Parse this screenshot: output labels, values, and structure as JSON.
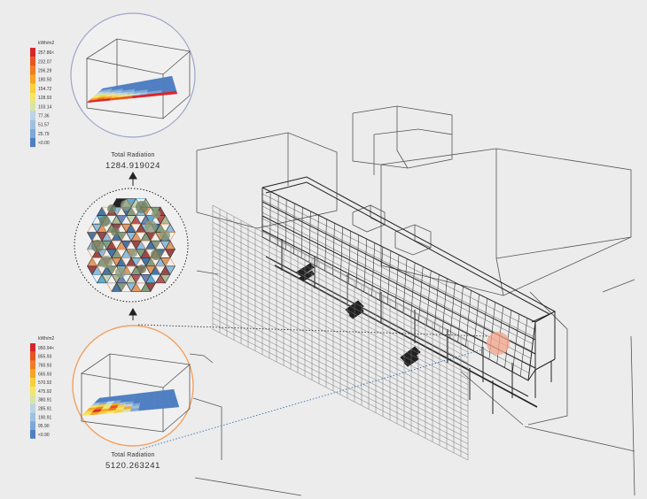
{
  "top_panel": {
    "legend": {
      "unit": "kWh/m2",
      "values": [
        "257.86<",
        "232.07",
        "206.29",
        "180.50",
        "154.72",
        "128.93",
        "103.14",
        "77.36",
        "51.57",
        "25.79",
        "<0.00"
      ],
      "colors": [
        "#d7262b",
        "#e8541f",
        "#ef7d22",
        "#f5a523",
        "#f7d03a",
        "#f2e56a",
        "#d9e3a6",
        "#bcd3e6",
        "#9ec0e0",
        "#7ea7d4",
        "#4f7fc2"
      ]
    },
    "caption_title": "Total Radiation",
    "caption_value": "1284.919024"
  },
  "bottom_panel": {
    "legend": {
      "unit": "kWh/m2",
      "values": [
        "950.94<",
        "855.93",
        "760.93",
        "665.93",
        "570.92",
        "475.92",
        "380.91",
        "285.91",
        "190.91",
        "95.90",
        "<0.90"
      ],
      "colors": [
        "#d7262b",
        "#e8541f",
        "#ef7d22",
        "#f5a523",
        "#f7d03a",
        "#f2e56a",
        "#d9e3a6",
        "#bcd3e6",
        "#9ec0e0",
        "#7ea7d4",
        "#4f7fc2"
      ]
    },
    "caption_title": "Total Radiation",
    "caption_value": "5120.263241"
  },
  "colors": {
    "top_circle": "#9fa4cc",
    "bottom_circle": "#f2a15f",
    "highlight": "#f3a58a",
    "line": "#333333"
  }
}
